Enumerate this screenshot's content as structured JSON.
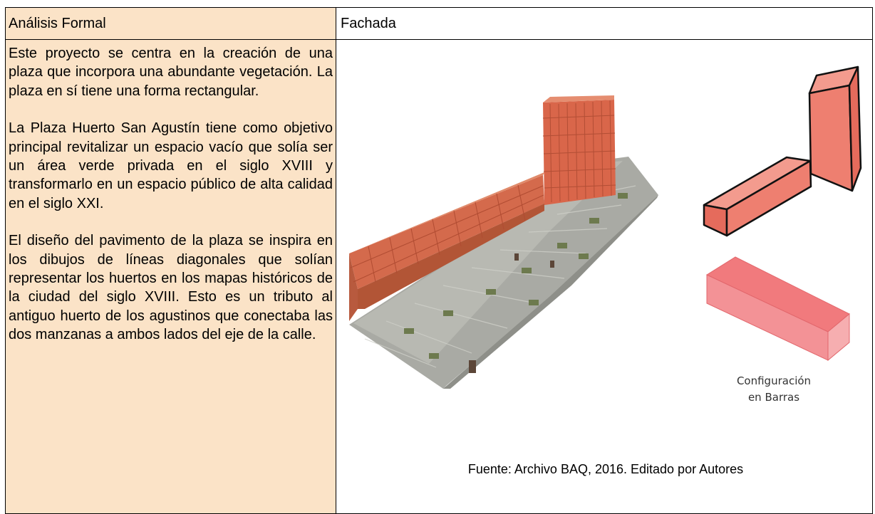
{
  "header": {
    "left": "Análisis Formal",
    "right": "Fachada"
  },
  "body": {
    "paragraphs": [
      "Este proyecto se centra en la creación de una plaza que incorpora una abundante vegetación. La plaza en sí tiene una forma rectangular.",
      "La Plaza Huerto San Agustín tiene como objetivo principal revitalizar un espacio vacío que solía ser un área verde privada en el siglo XVIII y transformarlo en un espacio público de alta calidad en el siglo XXI.",
      "El diseño del pavimento de la plaza se inspira en los dibujos de líneas diagonales que solían representar los huertos en los mapas históricos de la ciudad del siglo XVIII. Esto es un tributo al antiguo huerto de los agustinos que conectaba las dos manzanas a ambos lados del eje de la calle."
    ]
  },
  "figure": {
    "config_label_line1": "Configuración",
    "config_label_line2": "en Barras",
    "caption": "Fuente: Archivo BAQ, 2016. Editado por Autores",
    "colors": {
      "tower": "#d9664a",
      "wing": "#c95a3e",
      "box_light": "#f0857a",
      "box_pink": "#ee6f75",
      "plaza": "#a9aaa4"
    }
  }
}
